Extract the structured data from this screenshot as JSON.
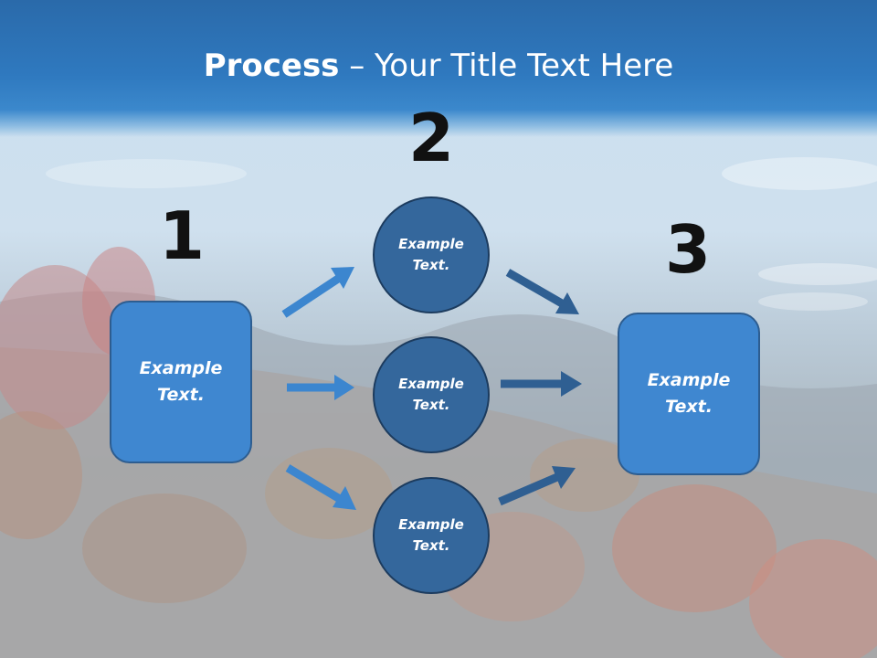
{
  "slide": {
    "title_bold": "Process",
    "title_rest": " – Your Title Text Here"
  },
  "steps": {
    "one": {
      "number": "1",
      "line1": "Example",
      "line2": "Text."
    },
    "two": {
      "number": "2"
    },
    "three": {
      "number": "3",
      "line1": "Example",
      "line2": "Text."
    }
  },
  "circles": [
    {
      "line1": "Example",
      "line2": "Text."
    },
    {
      "line1": "Example",
      "line2": "Text."
    },
    {
      "line1": "Example",
      "line2": "Text."
    }
  ],
  "colors": {
    "box_fill": "#3f87d0",
    "circle_fill": "#34679c",
    "arrow_left": "#3c86cf",
    "arrow_right": "#2f5f92",
    "title_band": "#2f79bf"
  }
}
